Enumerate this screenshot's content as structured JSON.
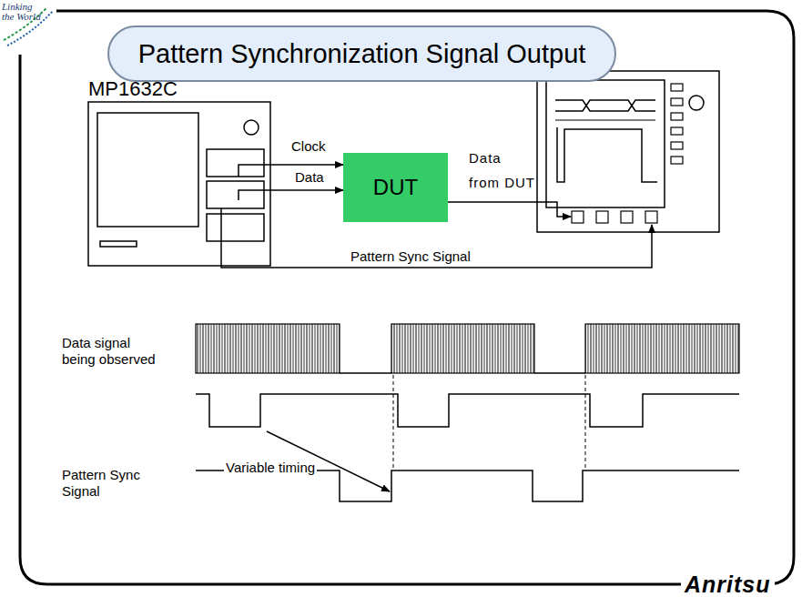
{
  "diagram": {
    "title": "Pattern Synchronization Signal Output",
    "nodes": [
      {
        "text": [
          "MP1632C"
        ]
      },
      {
        "text": [
          "DUT"
        ]
      }
    ],
    "edges": [
      {
        "from": 0,
        "to": 1,
        "label": "Clock",
        "arrow": "to"
      },
      {
        "from": 0,
        "to": 1,
        "label": "Data",
        "arrow": "to"
      }
    ],
    "labels": [
      "Linking the World",
      "Data from DUT",
      "Pattern Sync Signal",
      "Data signal being observed",
      "Variable timing",
      "Pattern Sync Signal",
      "Anritsu"
    ]
  }
}
